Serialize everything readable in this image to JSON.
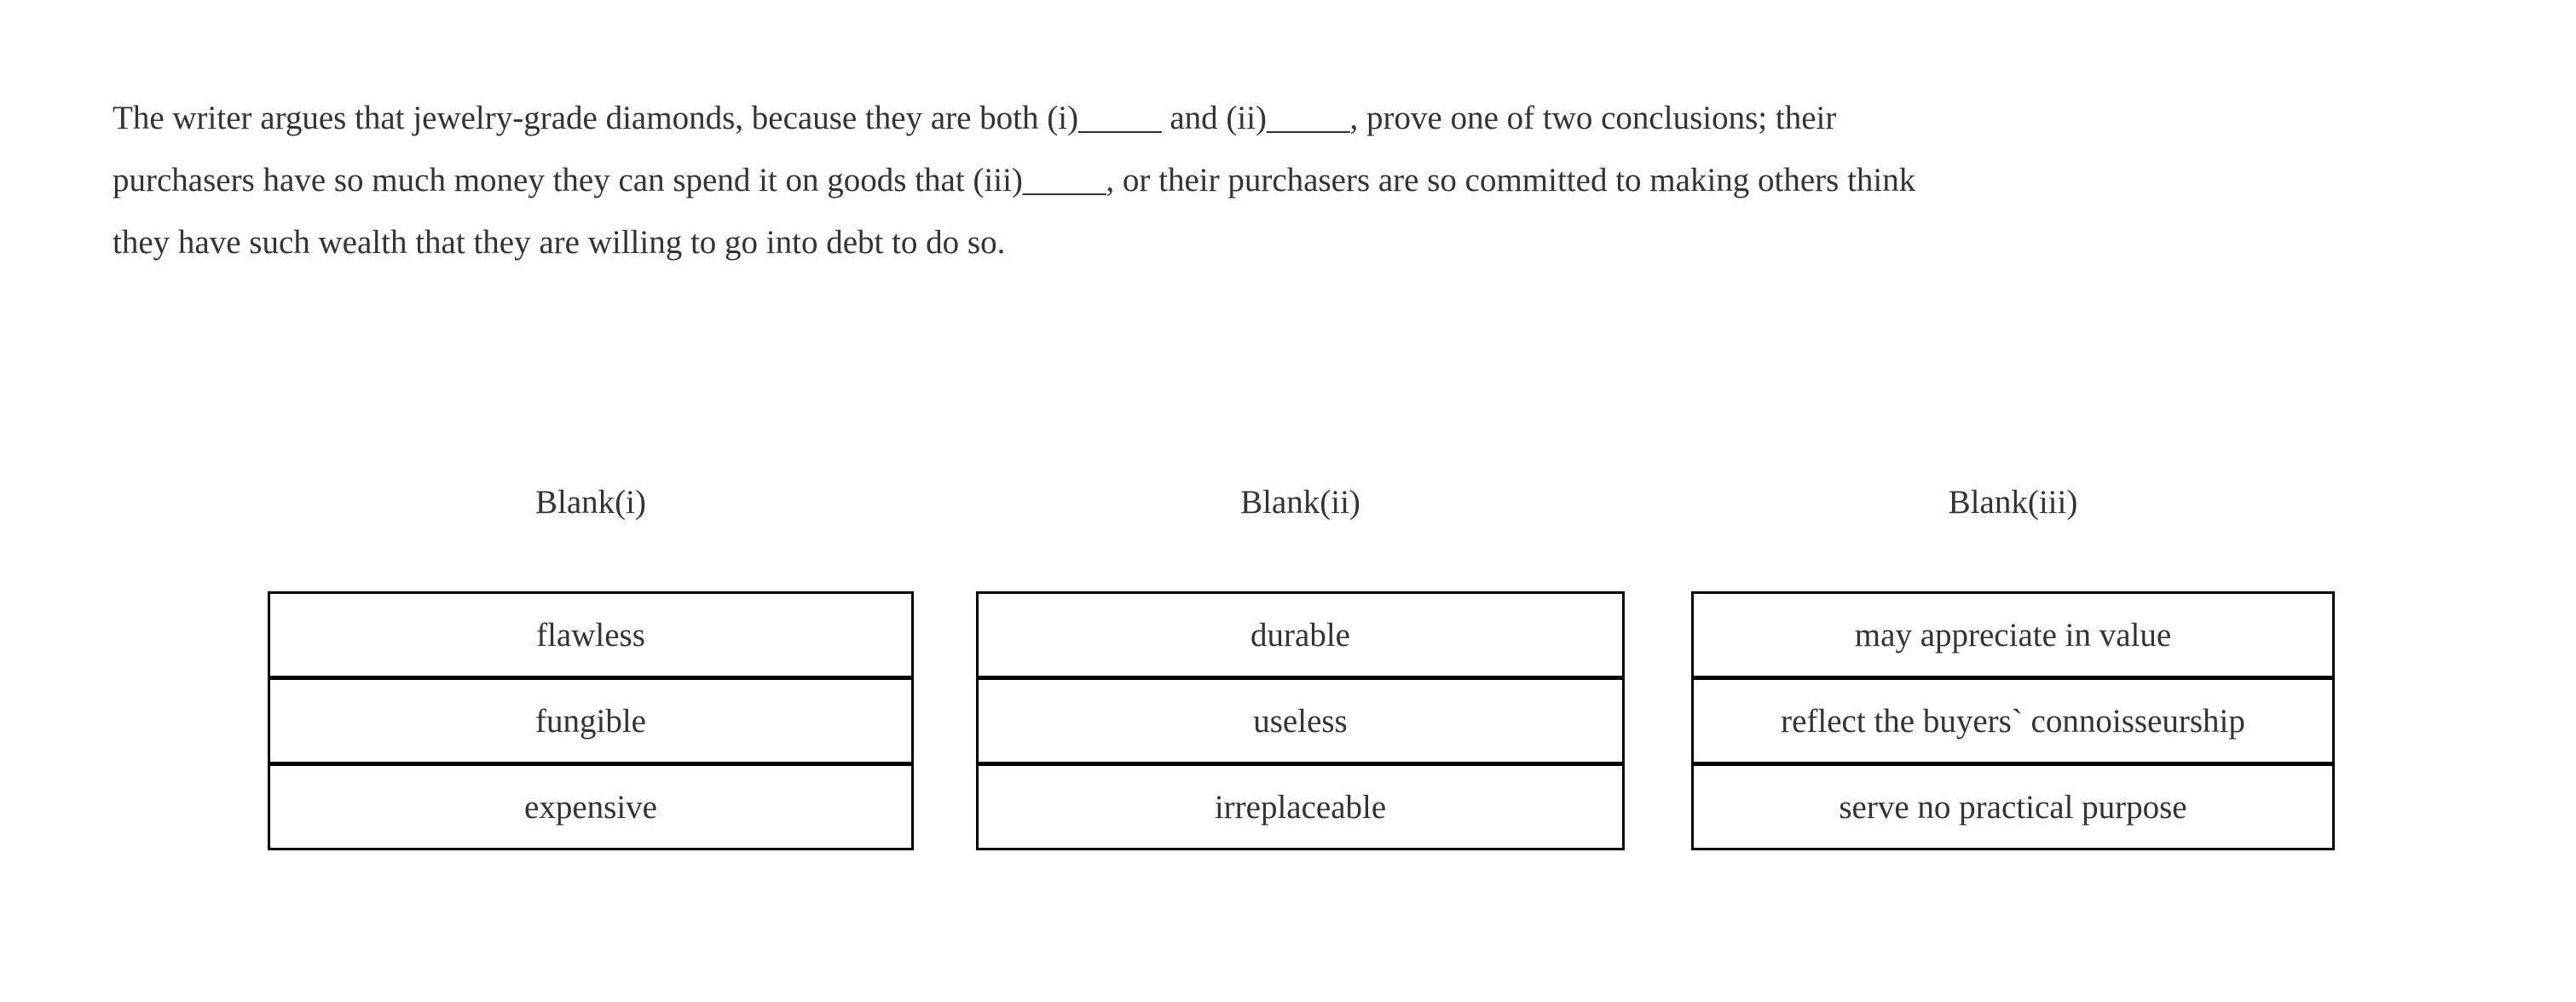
{
  "passage": {
    "lines": [
      "The writer argues that jewelry-grade diamonds, because they are both (i)_____ and (ii)_____, prove one of two conclusions; their",
      "purchasers have so much money they can spend it on goods that (iii)_____, or their purchasers are so committed to making others think",
      "they have such wealth that they are willing to go into debt to do so."
    ]
  },
  "columns": [
    {
      "header": "Blank(i)",
      "options": [
        "flawless",
        "fungible",
        "expensive"
      ]
    },
    {
      "header": "Blank(ii)",
      "options": [
        "durable",
        "useless",
        "irreplaceable"
      ]
    },
    {
      "header": "Blank(iii)",
      "options": [
        "may appreciate in value",
        "reflect the buyers` connoisseurship",
        "serve no practical purpose"
      ]
    }
  ],
  "colors": {
    "text": "#333333",
    "table_border": "#000000",
    "background": "#ffffff"
  }
}
